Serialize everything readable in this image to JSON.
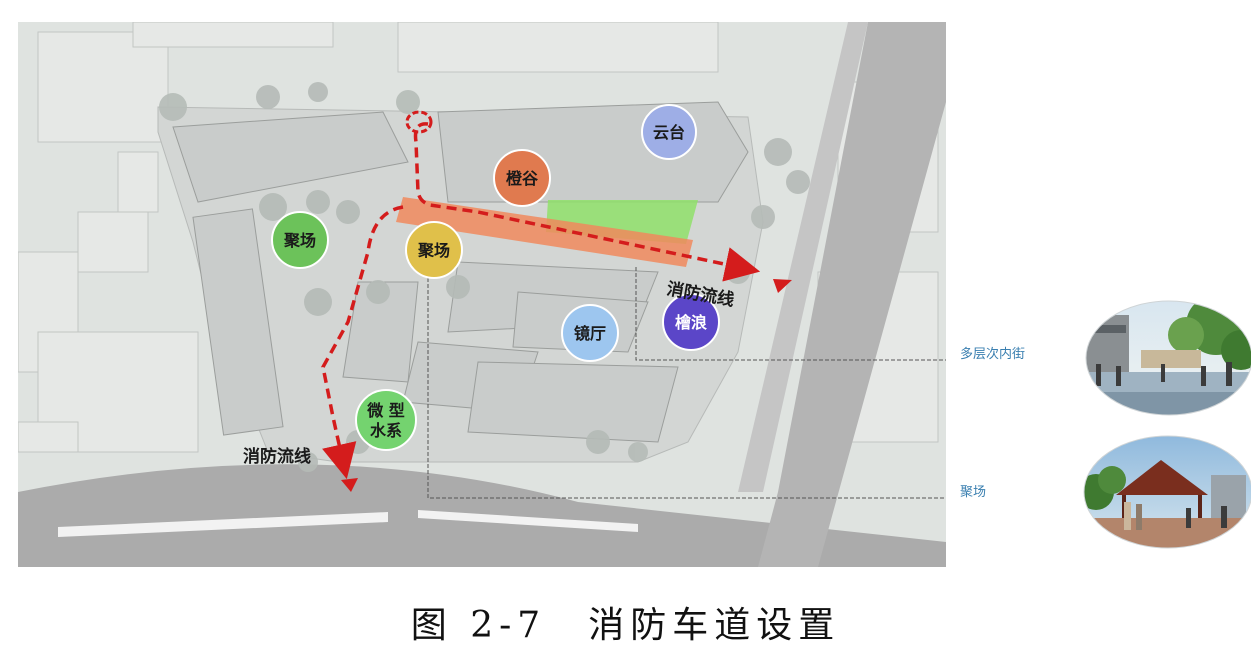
{
  "figure": {
    "caption": "图 2-7　消防车道设置"
  },
  "zones": [
    {
      "id": "yuntai",
      "label": "云台",
      "color": "#9eaee6"
    },
    {
      "id": "chenggu",
      "label": "橙谷",
      "color": "#e07a4f"
    },
    {
      "id": "juchang-west",
      "label": "聚场",
      "color": "#6cc25a"
    },
    {
      "id": "juchang-center",
      "label": "聚场",
      "color": "#e0c04a"
    },
    {
      "id": "jingting",
      "label": "镜厅",
      "color": "#9dc6ef"
    },
    {
      "id": "kuailang",
      "label": "檜浪",
      "color": "#5b46c8"
    },
    {
      "id": "weixing",
      "label": [
        "微 型",
        "水系"
      ],
      "color": "#74d36f"
    }
  ],
  "fire_lane": {
    "label_east": "消防流线",
    "label_south": "消防流线",
    "line_color": "#d41c1c",
    "highlight_color": "#f08a5d"
  },
  "callouts": [
    {
      "label": "多层次内街",
      "photo": "street-photo"
    },
    {
      "label": "聚场",
      "photo": "pavilion-photo"
    }
  ],
  "colors": {
    "map_bg": "#dfe3e0",
    "road": "#ababab",
    "building": "#c9cccb",
    "callout_line": "#555555",
    "callout_text": "#3a7fb0"
  }
}
